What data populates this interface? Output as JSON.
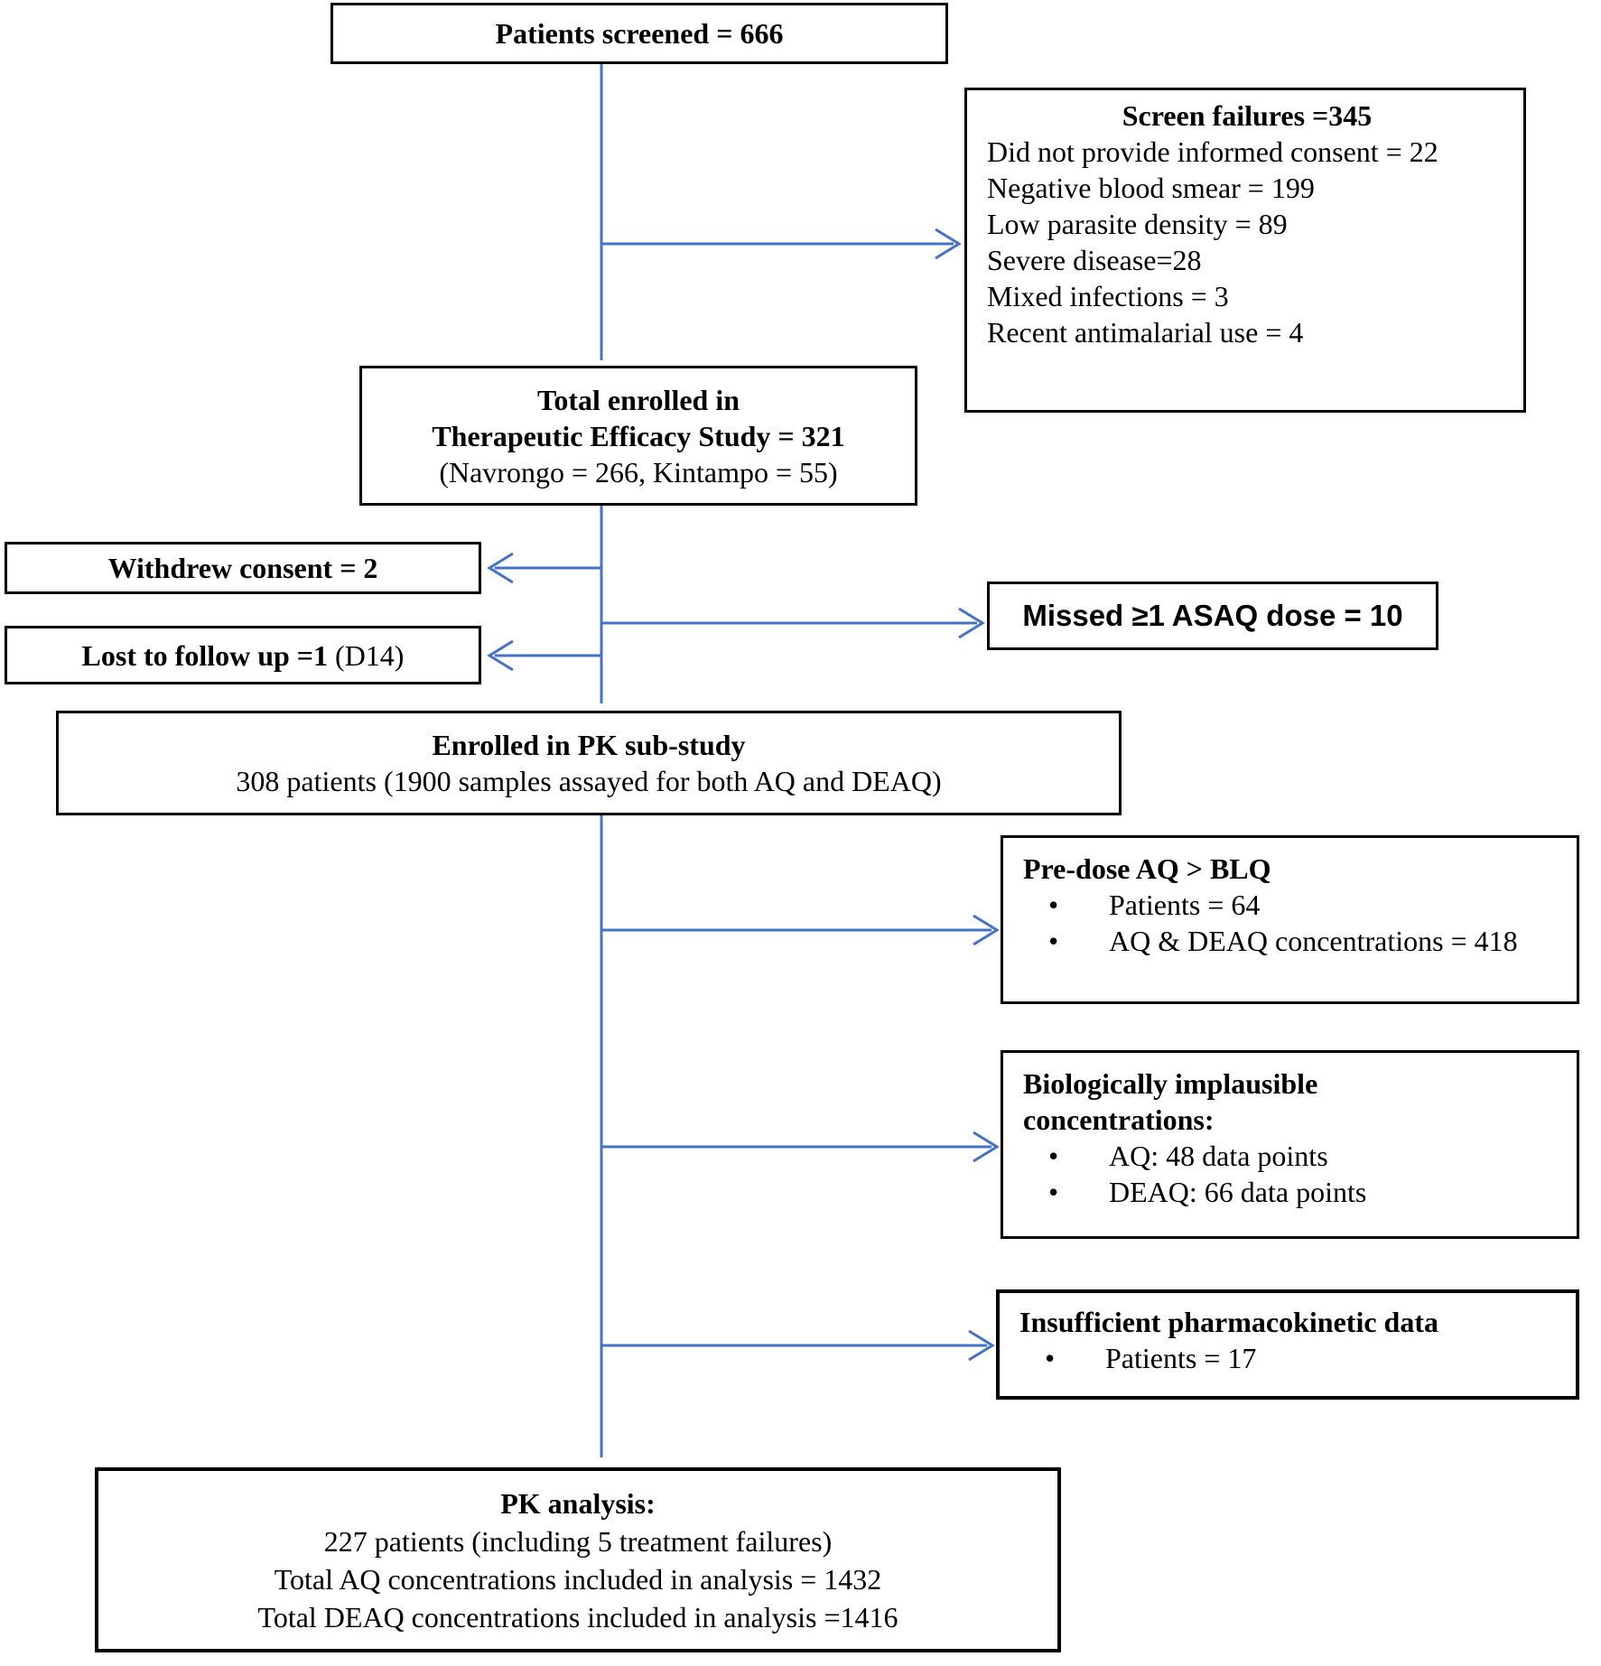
{
  "colors": {
    "line_blue": "#4472C4",
    "border_black": "#000000",
    "text_black": "#000000",
    "background": "#ffffff"
  },
  "bullet_glyph": "•",
  "boxes": {
    "patients_screened": {
      "title": "Patients screened = 666"
    },
    "screen_failures": {
      "title": "Screen failures =345",
      "items": [
        "Did not provide informed consent = 22",
        "Negative blood smear = 199",
        "Low parasite density = 89",
        "Severe disease=28",
        "Mixed infections = 3",
        "Recent antimalarial use = 4"
      ]
    },
    "total_enrolled": {
      "line1": "Total enrolled in",
      "line2": "Therapeutic Efficacy Study = 321",
      "line3": "(Navrongo = 266, Kintampo = 55)"
    },
    "withdrew_consent": {
      "title": "Withdrew consent = 2"
    },
    "missed_dose": {
      "title": "Missed ≥1 ASAQ dose = 10"
    },
    "lost_followup": {
      "title_bold": "Lost to follow up =1",
      "title_suffix": " (D14)"
    },
    "pk_substudy": {
      "line1": "Enrolled in PK sub-study",
      "line2": "308 patients (1900 samples assayed for both AQ and DEAQ)"
    },
    "predose_blq": {
      "title": "Pre-dose AQ > BLQ",
      "bullets": [
        "Patients = 64",
        "AQ & DEAQ concentrations = 418"
      ]
    },
    "implausible": {
      "title": "Biologically implausible concentrations:",
      "bullets": [
        "AQ: 48 data points",
        "DEAQ: 66 data points"
      ]
    },
    "insufficient": {
      "title": "Insufficient pharmacokinetic data",
      "bullets": [
        "Patients = 17"
      ]
    },
    "pk_analysis": {
      "line1": "PK analysis:",
      "line2": "227 patients (including 5 treatment failures)",
      "line3": "Total AQ concentrations included in analysis = 1432",
      "line4": "Total DEAQ concentrations included in analysis =1416"
    }
  }
}
